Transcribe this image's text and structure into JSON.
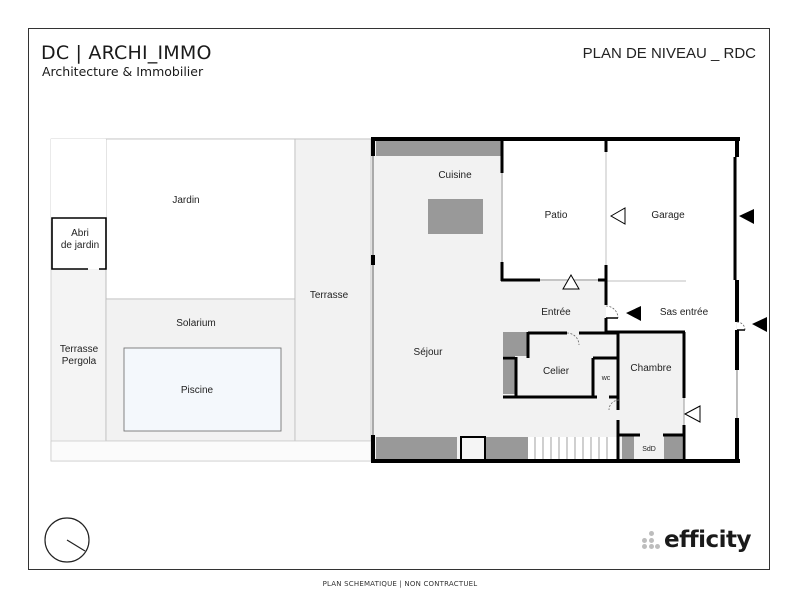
{
  "header": {
    "brand": "DC | ARCHI_IMMO",
    "brand_subtitle": "Architecture & Immobilier",
    "plan_title": "PLAN DE NIVEAU _ RDC"
  },
  "rooms": {
    "jardin": "Jardin",
    "abri_line1": "Abri",
    "abri_line2": "de jardin",
    "terrasse_pergola_line1": "Terrasse",
    "terrasse_pergola_line2": "Pergola",
    "solarium": "Solarium",
    "piscine": "Piscine",
    "terrasse": "Terrasse",
    "cuisine": "Cuisine",
    "sejour": "Séjour",
    "patio": "Patio",
    "garage": "Garage",
    "entree": "Entrée",
    "sas_entree": "Sas entrée",
    "celier": "Celier",
    "wc": "wc",
    "chambre": "Chambre",
    "sdd": "SdD"
  },
  "footer": {
    "disclaimer": "PLAN SCHEMATIQUE | NON CONTRACTUEL"
  },
  "logo": {
    "text": "efficity"
  },
  "icons": {
    "compass": "compass-icon",
    "entrance_arrow": "entrance-arrow-icon",
    "window_arrow": "window-arrow-icon"
  },
  "colors": {
    "wall": "#000000",
    "floor_interior": "#f2f2f2",
    "floor_exterior": "#f4f4f4",
    "garden": "#ffffff",
    "pool": "#f4f8fc",
    "furniture": "#999999",
    "frame": "#333333"
  }
}
